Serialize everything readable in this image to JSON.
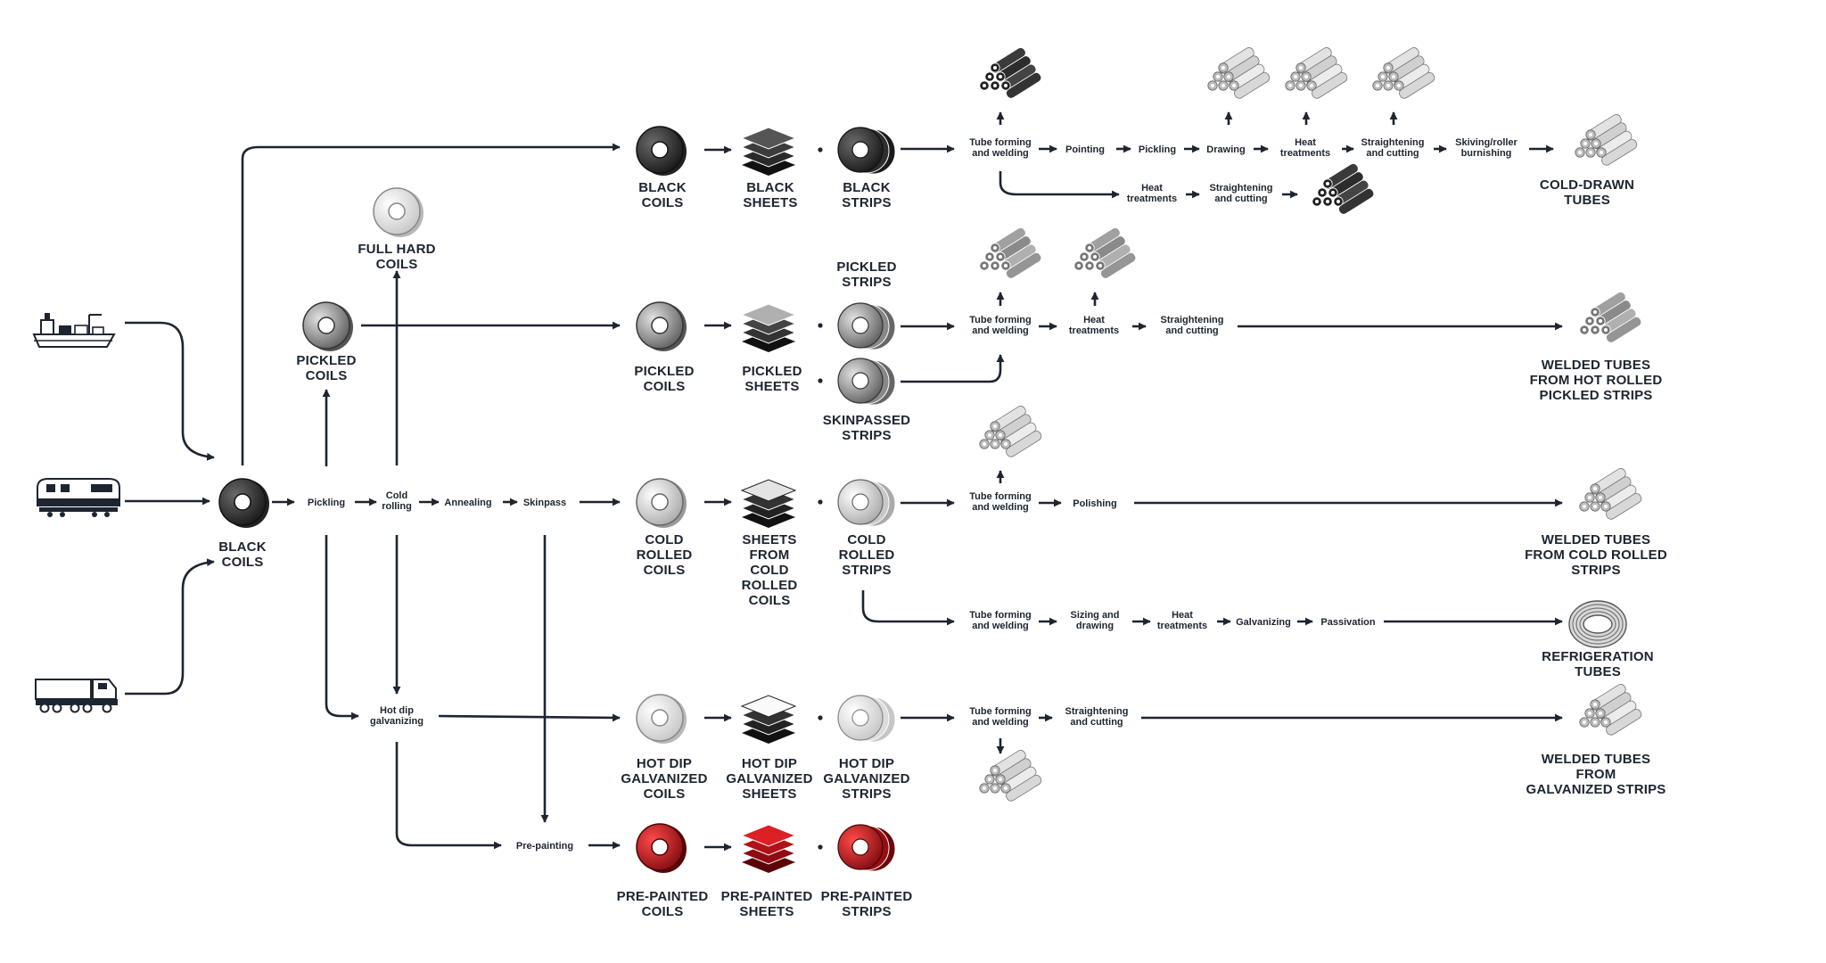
{
  "sources": [
    {
      "name": "ship-icon"
    },
    {
      "name": "train-icon"
    },
    {
      "name": "truck-icon"
    }
  ],
  "products": {
    "black_coils_source": "BLACK\nCOILS",
    "full_hard_coils": "FULL HARD\nCOILS",
    "pickled_coils_main": "PICKLED\nCOILS",
    "black_coils": "BLACK\nCOILS",
    "black_sheets": "BLACK\nSHEETS",
    "black_strips": "BLACK\nSTRIPS",
    "pickled_coils": "PICKLED\nCOILS",
    "pickled_sheets": "PICKLED\nSHEETS",
    "pickled_strips": "PICKLED\nSTRIPS",
    "skinpassed_strips": "SKINPASSED\nSTRIPS",
    "cold_rolled_coils": "COLD\nROLLED\nCOILS",
    "sheets_cold_rolled": "SHEETS\nFROM\nCOLD\nROLLED\nCOILS",
    "cold_rolled_strips": "COLD\nROLLED\nSTRIPS",
    "hdg_coils": "HOT DIP\nGALVANIZED\nCOILS",
    "hdg_sheets": "HOT DIP\nGALVANIZED\nSHEETS",
    "hdg_strips": "HOT DIP\nGALVANIZED\nSTRIPS",
    "pp_coils": "PRE-PAINTED\nCOILS",
    "pp_sheets": "PRE-PAINTED\nSHEETS",
    "pp_strips": "PRE-PAINTED\nSTRIPS",
    "cold_drawn_tubes": "COLD-DRAWN\nTUBES",
    "welded_hot_rolled": "WELDED TUBES\nFROM HOT ROLLED\nPICKLED STRIPS",
    "welded_cold_rolled": "WELDED TUBES\nFROM COLD ROLLED\nSTRIPS",
    "refrigeration_tubes": "REFRIGERATION\nTUBES",
    "welded_galvanized": "WELDED TUBES\nFROM\nGALVANIZED STRIPS"
  },
  "processes": {
    "pickling": "Pickling",
    "cold_rolling": "Cold\nrolling",
    "annealing": "Annealing",
    "skinpass": "Skinpass",
    "hot_dip_galvanizing": "Hot dip\ngalvanizing",
    "pre_painting": "Pre-painting"
  },
  "tube_steps": {
    "row1": [
      "Tube forming\nand welding",
      "Pointing",
      "Pickling",
      "Drawing",
      "Heat\ntreatments",
      "Straightening\nand cutting",
      "Skiving/roller\nburnishing"
    ],
    "row1_branch": [
      "Heat\ntreatments",
      "Straightening\nand cutting"
    ],
    "row2": [
      "Tube forming\nand welding",
      "Heat\ntreatments",
      "Straightening\nand cutting"
    ],
    "row3": [
      "Tube forming\nand welding",
      "Polishing"
    ],
    "row3_branch": [
      "Tube forming\nand welding",
      "Sizing and\ndrawing",
      "Heat\ntreatments",
      "Galvanizing",
      "Passivation"
    ],
    "row4": [
      "Tube forming\nand welding",
      "Straightening\nand cutting"
    ]
  },
  "colors": {
    "ink": "#1c2530",
    "black_coil": "#3a3a3a",
    "pickled_coil": "#8c8c8c",
    "cold_coil": "#d6d6d6",
    "galvanized_coil": "#eeeeee",
    "painted_coil": "#c8161d"
  }
}
